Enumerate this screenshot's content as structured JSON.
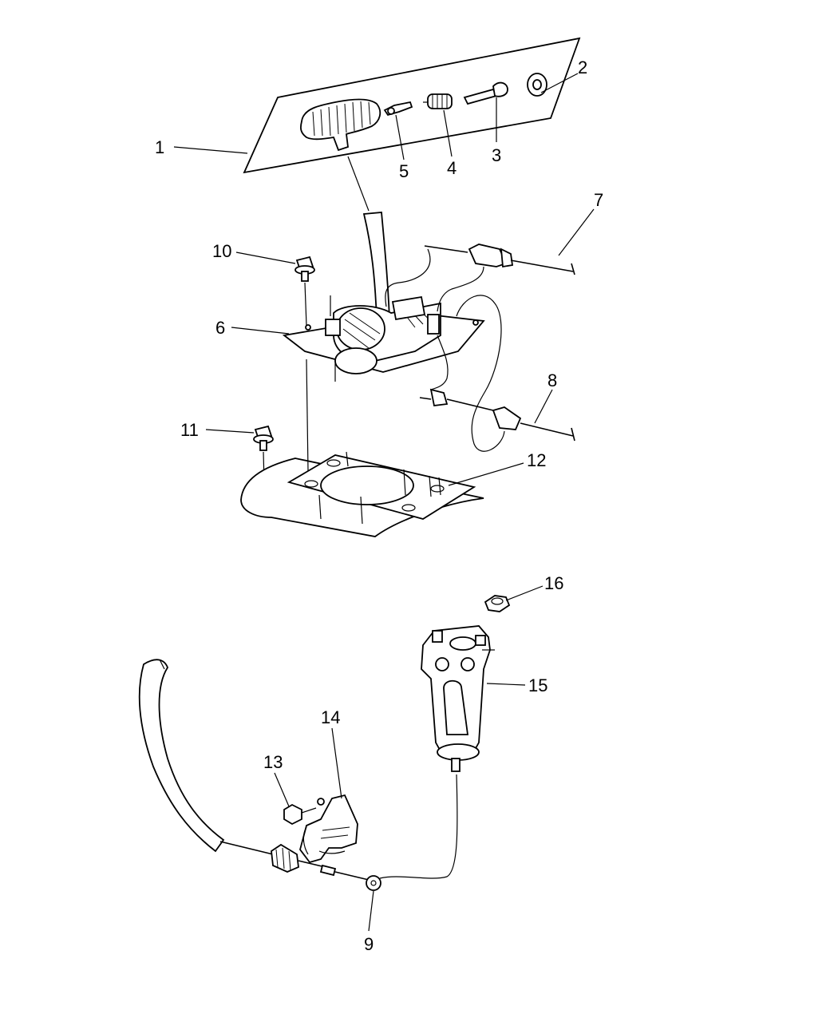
{
  "diagram": {
    "colors": {
      "line": "#000000",
      "background": "#ffffff"
    },
    "callouts": [
      {
        "id": "1",
        "text": "1"
      },
      {
        "id": "2",
        "text": "2"
      },
      {
        "id": "3",
        "text": "3"
      },
      {
        "id": "4",
        "text": "4"
      },
      {
        "id": "5",
        "text": "5"
      },
      {
        "id": "6",
        "text": "6"
      },
      {
        "id": "7",
        "text": "7"
      },
      {
        "id": "8",
        "text": "8"
      },
      {
        "id": "9",
        "text": "9"
      },
      {
        "id": "10",
        "text": "10"
      },
      {
        "id": "11",
        "text": "11"
      },
      {
        "id": "12",
        "text": "12"
      },
      {
        "id": "13",
        "text": "13"
      },
      {
        "id": "14",
        "text": "14"
      },
      {
        "id": "15",
        "text": "15"
      },
      {
        "id": "16",
        "text": "16"
      }
    ]
  }
}
